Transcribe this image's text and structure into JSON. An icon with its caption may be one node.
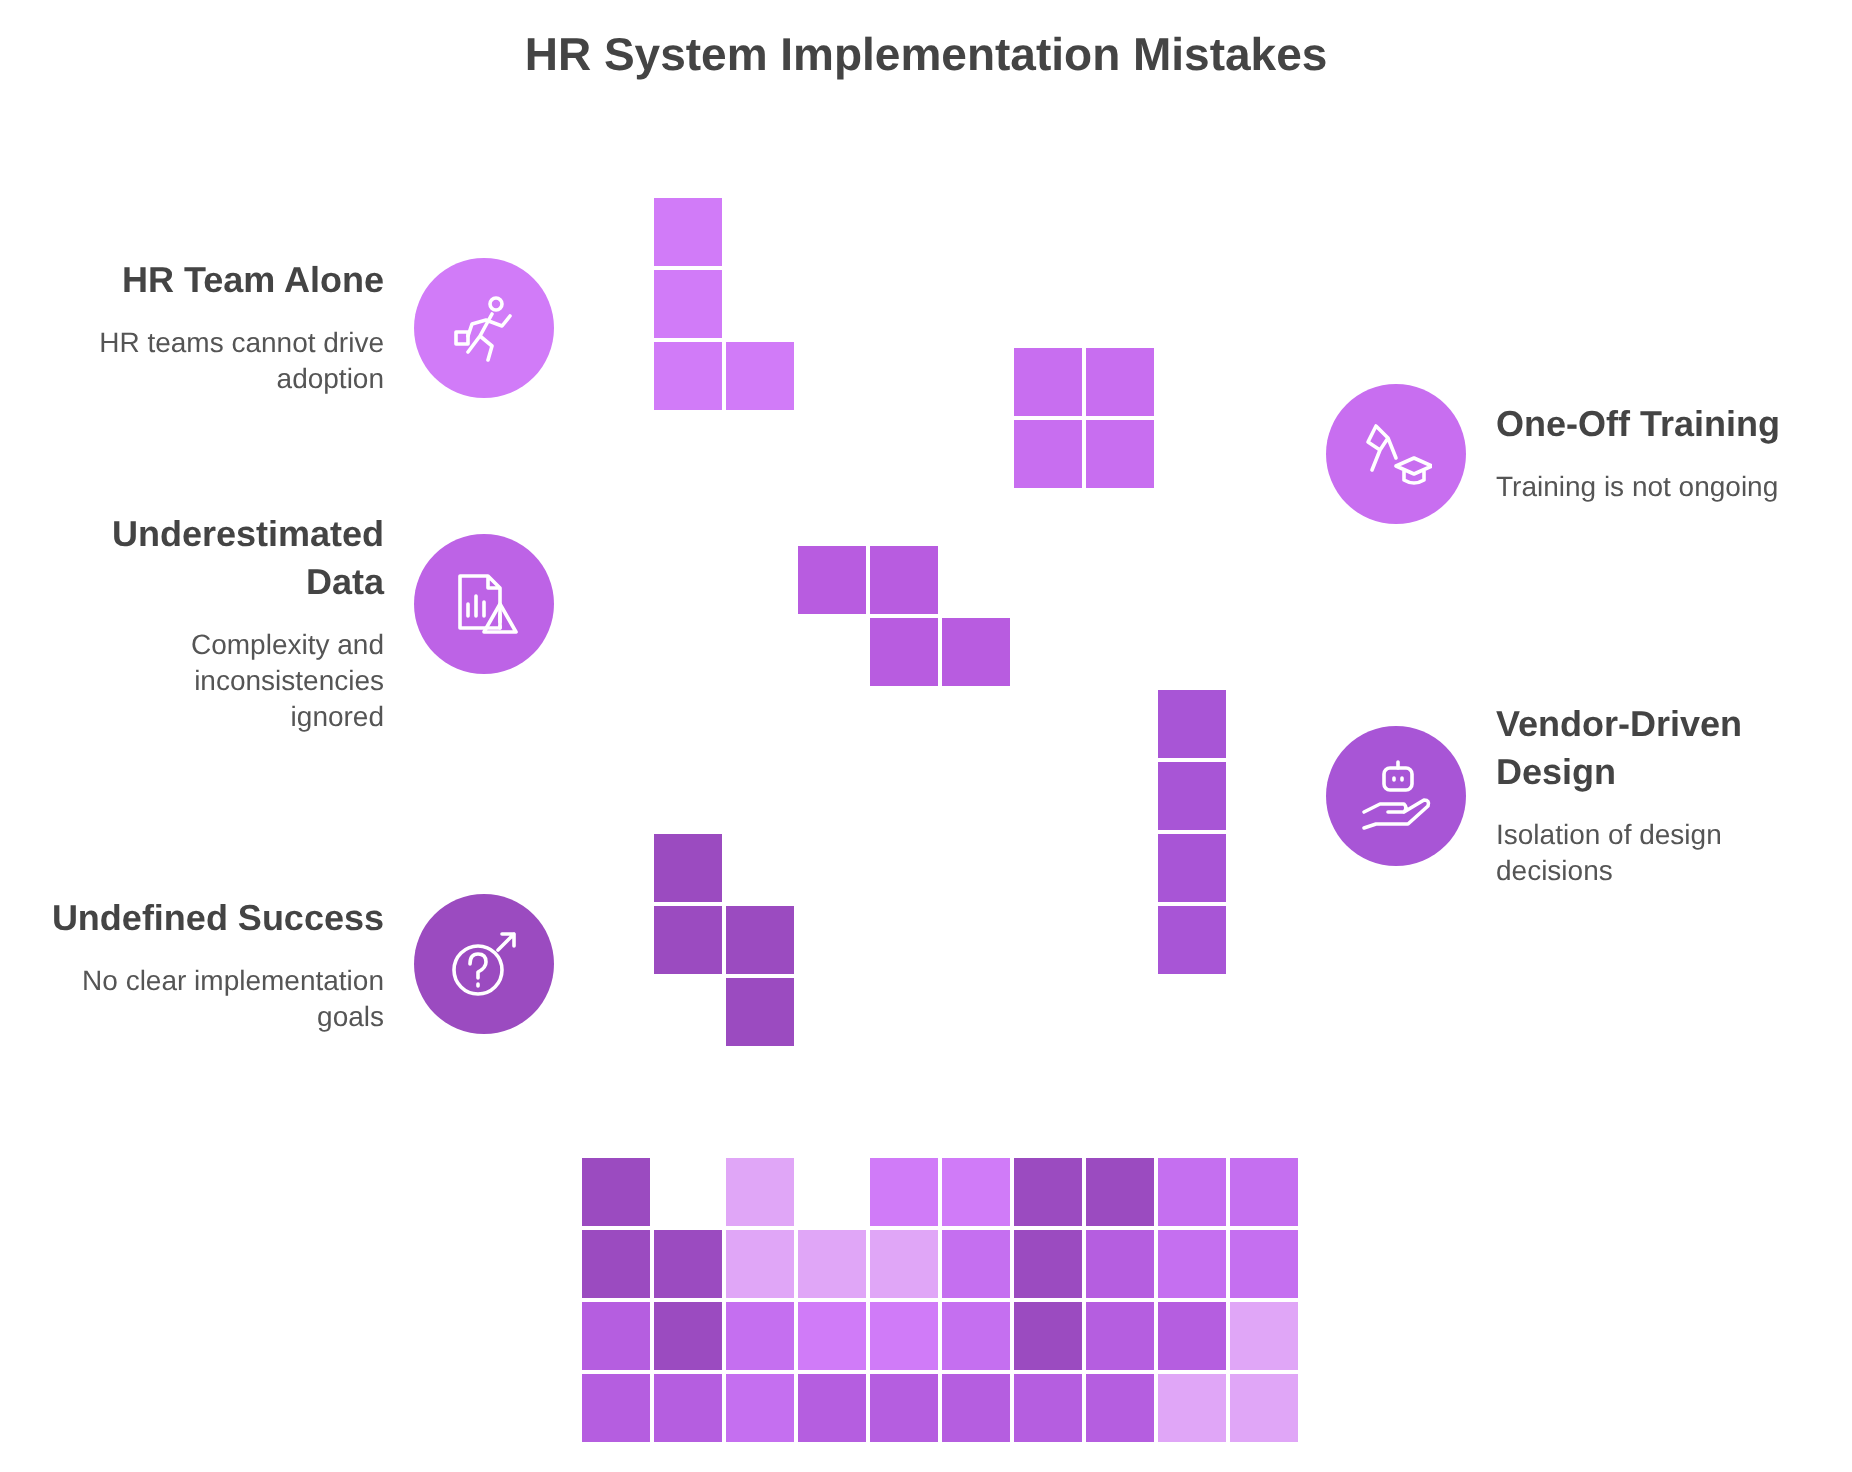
{
  "diagram": {
    "title": "HR System Implementation Mistakes",
    "nodes": [
      {
        "text": [
          "HR Team Alone",
          "HR teams cannot drive adoption"
        ]
      },
      {
        "text": [
          "One-Off Training",
          "Training is not ongoing"
        ]
      },
      {
        "text": [
          "Underestimated Data",
          "Complexity and inconsistencies ignored"
        ]
      },
      {
        "text": [
          "Vendor-Driven Design",
          "Isolation of design decisions"
        ]
      },
      {
        "text": [
          "Undefined Success",
          "No clear implementation goals"
        ]
      }
    ]
  }
}
